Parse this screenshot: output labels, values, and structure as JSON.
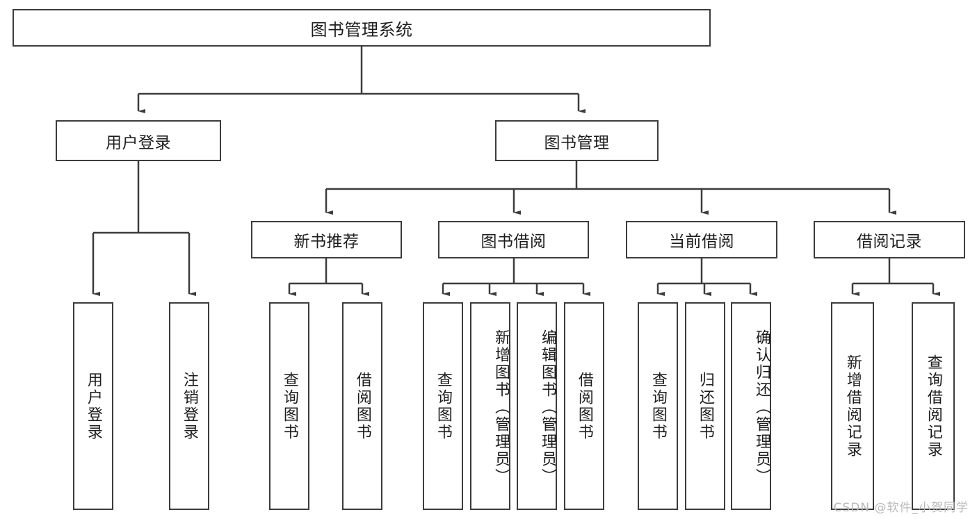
{
  "diagram": {
    "title": "图书管理系统",
    "type": "tree-hierarchy-chart",
    "line_color": "#3c3c3c",
    "background_color": "#ffffff",
    "text_color": "#1d1d1d"
  },
  "root": {
    "label": "图书管理系统"
  },
  "level2": [
    {
      "label": "用户登录"
    },
    {
      "label": "图书管理"
    }
  ],
  "level3": [
    {
      "label": "新书推荐"
    },
    {
      "label": "图书借阅"
    },
    {
      "label": "当前借阅"
    },
    {
      "label": "借阅记录"
    }
  ],
  "leaves": {
    "user_login": [
      {
        "label": "用户登录"
      },
      {
        "label": "注销登录"
      }
    ],
    "new_book_recommend": [
      {
        "label": "查询图书"
      },
      {
        "label": "借阅图书"
      }
    ],
    "book_borrow": [
      {
        "label": "查询图书"
      },
      {
        "label": "新增图书（管理员）"
      },
      {
        "label": "编辑图书（管理员）"
      },
      {
        "label": "借阅图书"
      }
    ],
    "current_borrow": [
      {
        "label": "查询图书"
      },
      {
        "label": "归还图书"
      },
      {
        "label": "确认归还（管理员）"
      }
    ],
    "borrow_record": [
      {
        "label": "新增借阅记录"
      },
      {
        "label": "查询借阅记录"
      }
    ]
  },
  "watermark": {
    "text": "CSDN @软件_小贺同学"
  }
}
